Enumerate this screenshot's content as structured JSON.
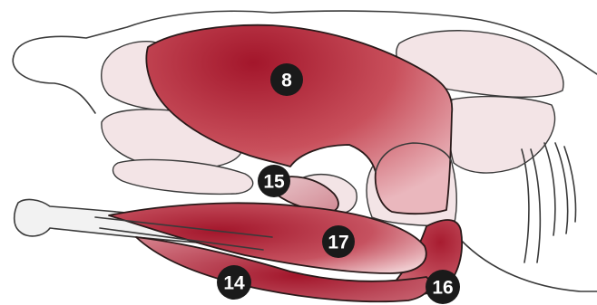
{
  "labels": {
    "m8": "8",
    "m14": "14",
    "m15": "15",
    "m16": "16",
    "m17": "17"
  },
  "colors": {
    "muscle_dark": "#a3162b",
    "muscle_mid": "#c9505c",
    "muscle_light": "#eab7bd",
    "background_tissue": "#f3e4e6",
    "outline": "#3a3a3a",
    "badge": "#1a1a1a"
  }
}
